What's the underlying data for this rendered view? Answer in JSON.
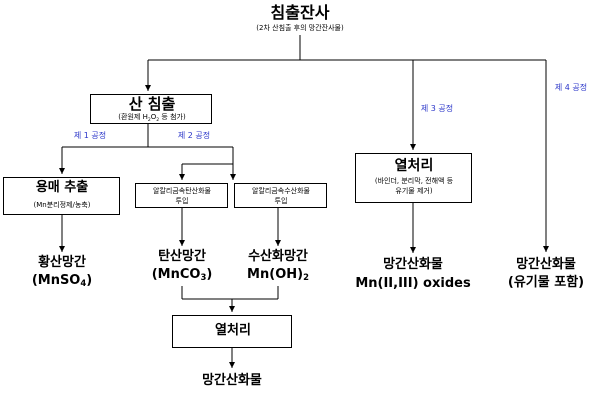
{
  "root": {
    "title": "침출잔사",
    "subtitle": "(2차 산침출 후의 망간잔사물)"
  },
  "acid_leach": {
    "title": "산 침출",
    "subtitle_prefix": "(환원제 H",
    "subtitle_sub1": "2",
    "subtitle_mid": "O",
    "subtitle_sub2": "2",
    "subtitle_suffix": " 등 첨가)"
  },
  "process_labels": {
    "p1": "제 1 공정",
    "p2": "제 2 공정",
    "p3": "제 3 공정",
    "p4": "제 4 공정"
  },
  "solvent": {
    "title": "용매 추출",
    "subtitle": "(Mn분리정제/농축)"
  },
  "carbonate_box": {
    "line1": "알칼리금속탄산화물",
    "line2": "투입"
  },
  "hydroxide_box": {
    "line1": "알칼리금속수산화물",
    "line2": "투입"
  },
  "heat1": {
    "title": "열처리",
    "line1": "(바인더, 분리막, 전해액 등",
    "line2": "유기물 제거)"
  },
  "heat2": {
    "title": "열처리"
  },
  "products": {
    "sulfate_name": "황산망간",
    "sulfate_formula": "(MnSO",
    "sulfate_sub": "4",
    "sulfate_close": ")",
    "carbonate_name": "탄산망간",
    "carbonate_formula": "(MnCO",
    "carbonate_sub": "3",
    "carbonate_close": ")",
    "hydroxide_name": "수산화망간",
    "hydroxide_formula": "Mn(OH)",
    "hydroxide_sub": "2",
    "oxide_mixed_name": "망간산화물",
    "oxide_mixed_formula": "Mn(II,III) oxides",
    "oxide_organic_name": "망간산화물",
    "oxide_organic_note": "(유기물 포함)",
    "final_oxide": "망간산화물"
  }
}
